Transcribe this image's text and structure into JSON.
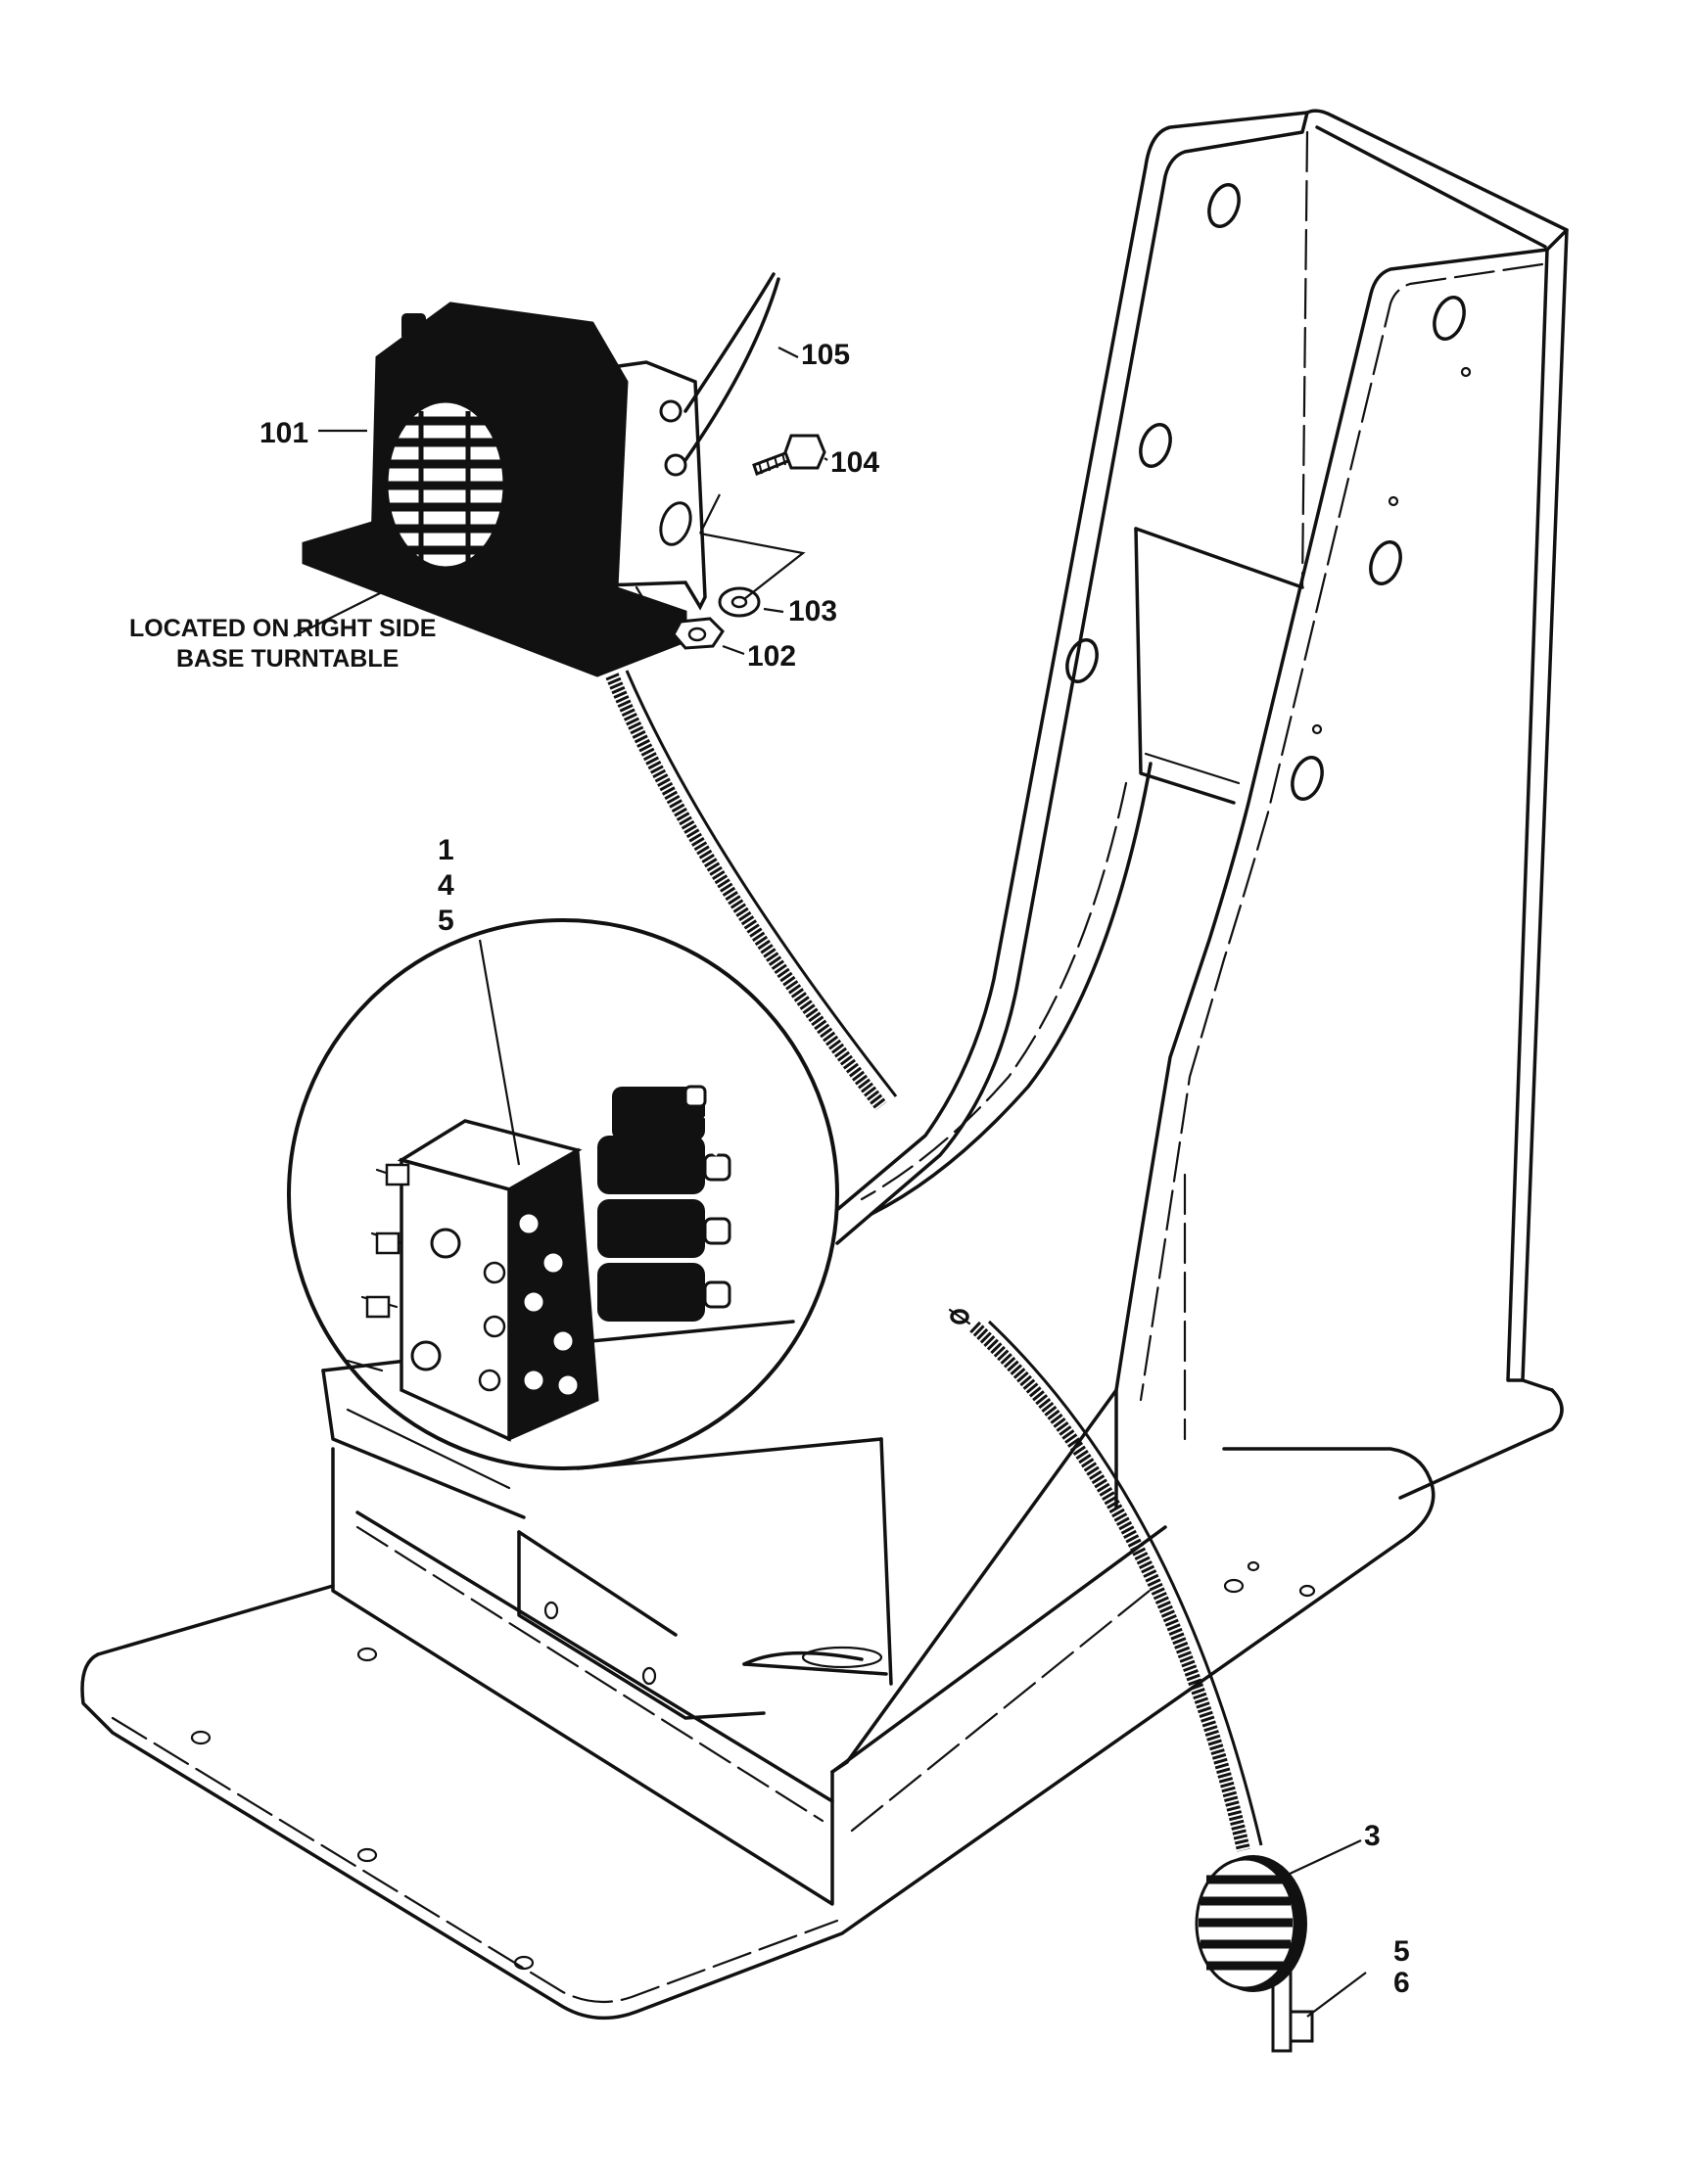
{
  "callouts": {
    "c101": "101",
    "c102": "102",
    "c103": "103",
    "c104": "104",
    "c105": "105",
    "c1": "1",
    "c4": "4",
    "c5a": "5",
    "c3": "3",
    "c5b": "5",
    "c6": "6"
  },
  "note": {
    "line1": "LOCATED ON RIGHT SIDE",
    "line2": "BASE TURNTABLE"
  }
}
